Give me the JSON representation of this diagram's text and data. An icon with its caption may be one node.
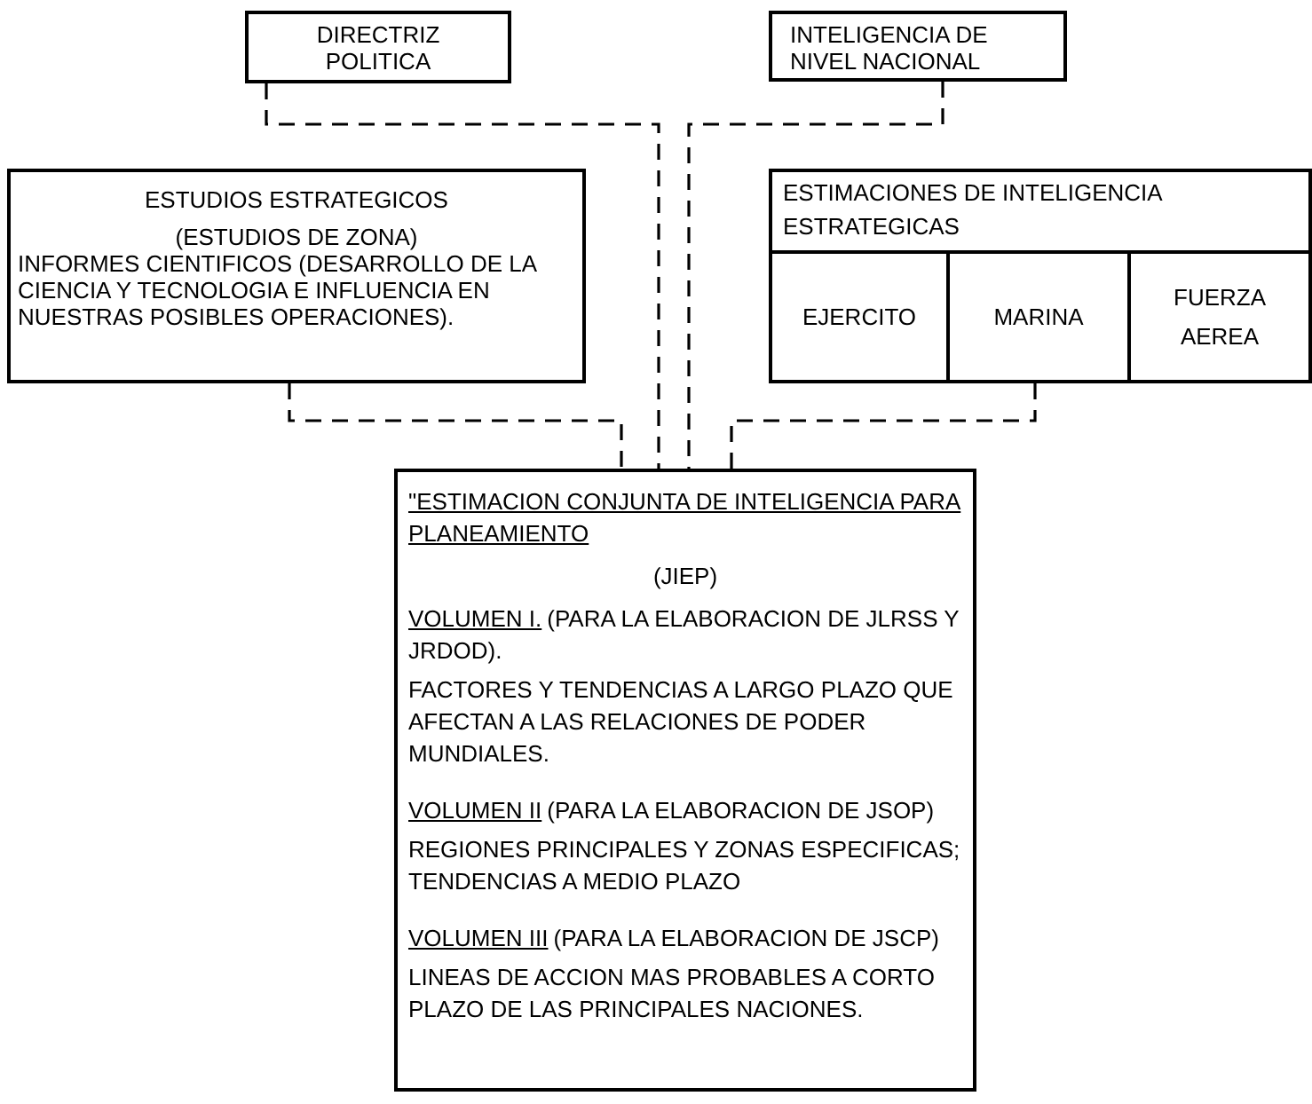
{
  "diagram": {
    "nodes": [
      {
        "text": [
          "DIRECTRIZ POLITICA"
        ]
      },
      {
        "text": [
          "INTELIGENCIA DE NIVEL NACIONAL"
        ]
      },
      {
        "text": [
          "ESTUDIOS ESTRATEGICOS",
          "(ESTUDIOS DE ZONA)",
          "INFORMES CIENTIFICOS (DESARROLLO DE LA CIENCIA Y TECNOLOGIA E INFLUENCIA EN NUESTRAS POSIBLES OPERACIONES)."
        ]
      },
      {
        "text": [
          "ESTIMACIONES DE INTELIGENCIA ESTRATEGICAS"
        ]
      },
      {
        "text": [
          "EJERCITO"
        ],
        "in": 3
      },
      {
        "text": [
          "MARINA"
        ],
        "in": 3
      },
      {
        "text": [
          "FUERZA AEREA"
        ],
        "in": 3
      },
      {
        "text": [
          "\"ESTIMACION CONJUNTA DE INTELIGENCIA PARA PLANEAMIENTO",
          "(JIEP)",
          "VOLUMEN I.",
          "(PARA LA ELABORACION DE JLRSS Y JRDOD).",
          "FACTORES Y TENDENCIAS A LARGO PLAZO QUE AFECTAN A LAS RELACIONES DE PODER MUNDIALES.",
          "VOLUMEN II",
          "(PARA LA ELABORACION DE JSOP)",
          "REGIONES PRINCIPALES Y ZONAS ESPECIFICAS; TENDENCIAS A MEDIO PLAZO",
          "VOLUMEN III",
          "(PARA LA ELABORACION DE JSCP)",
          "LINEAS DE ACCION MAS PROBABLES A CORTO PLAZO DE LAS PRINCIPALES NACIONES."
        ]
      }
    ],
    "edges": [
      {
        "from": 0,
        "to": 7,
        "arrow": "none",
        "style": "dashed"
      },
      {
        "from": 1,
        "to": 7,
        "arrow": "none",
        "style": "dashed"
      },
      {
        "from": 2,
        "to": 7,
        "arrow": "none",
        "style": "dashed"
      },
      {
        "from": 3,
        "to": 7,
        "arrow": "none",
        "style": "dashed"
      }
    ]
  }
}
